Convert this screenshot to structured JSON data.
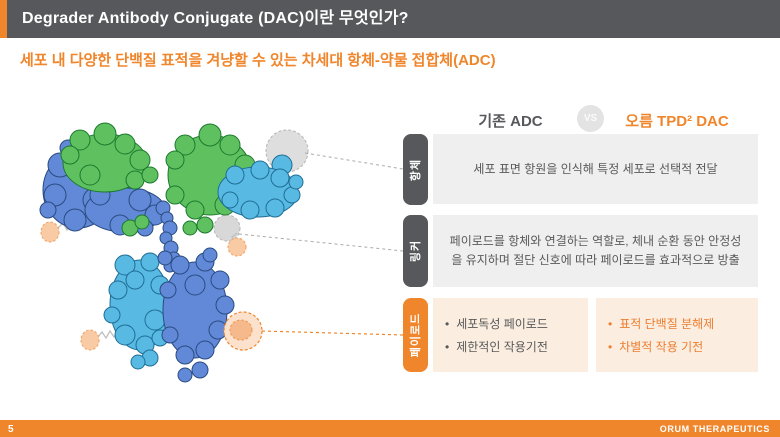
{
  "header": {
    "title": "Degrader Antibody Conjugate (DAC)이란 무엇인가?"
  },
  "subtitle": "세포 내 다양한 단백질 표적을 겨냥할 수 있는 차세대 항체-약물 접합체(ADC)",
  "comparison": {
    "left_header": "기존 ADC",
    "vs_label": "VS",
    "right_header": "오름 TPD² DAC",
    "rows": [
      {
        "tab": "항체",
        "text": "세포 표면 항원을 인식해 특정 세포로 선택적 전달"
      },
      {
        "tab": "링커",
        "text": "페이로드를 항체와 연결하는 역할로, 체내 순환 동안 안정성을 유지하며 절단 신호에 따라 페이로드를 효과적으로 방출"
      },
      {
        "tab": "페이로드",
        "left_items": [
          "세포독성 페이로드",
          "제한적인 작용기전"
        ],
        "right_items": [
          "표적 단백질 분해제",
          "차별적 작용 기전"
        ]
      }
    ]
  },
  "footer": {
    "page_number": "5",
    "company": "ORUM THERAPEUTICS"
  },
  "colors": {
    "accent_orange": "#F0862C",
    "header_gray": "#57585B",
    "row_gray": "#EFEFEF",
    "row_peach": "#FBEEE1",
    "molecule_green": "#5FC05F",
    "molecule_blue": "#6189D8",
    "molecule_cyan": "#58B9E2",
    "payload_peach": "#F9CBA4"
  }
}
